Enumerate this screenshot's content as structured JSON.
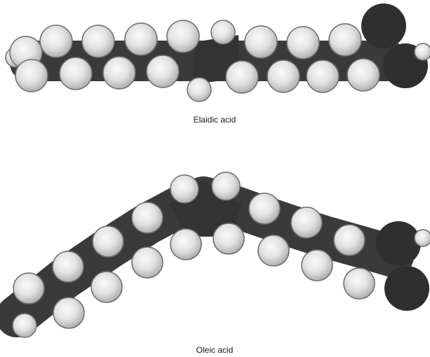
{
  "figure": {
    "molecules": [
      {
        "name": "Elaidic acid",
        "conformation": "trans"
      },
      {
        "name": "Oleic acid",
        "conformation": "cis"
      }
    ],
    "colors": {
      "carbon_backbone": "#3a3a3a",
      "oxygen": "#2f2f2f",
      "hydrogen_fill": "#e6e6e6",
      "hydrogen_highlight": "#fafafa",
      "hydrogen_outline": "#6e6e6e",
      "background": "#ffffff"
    }
  }
}
